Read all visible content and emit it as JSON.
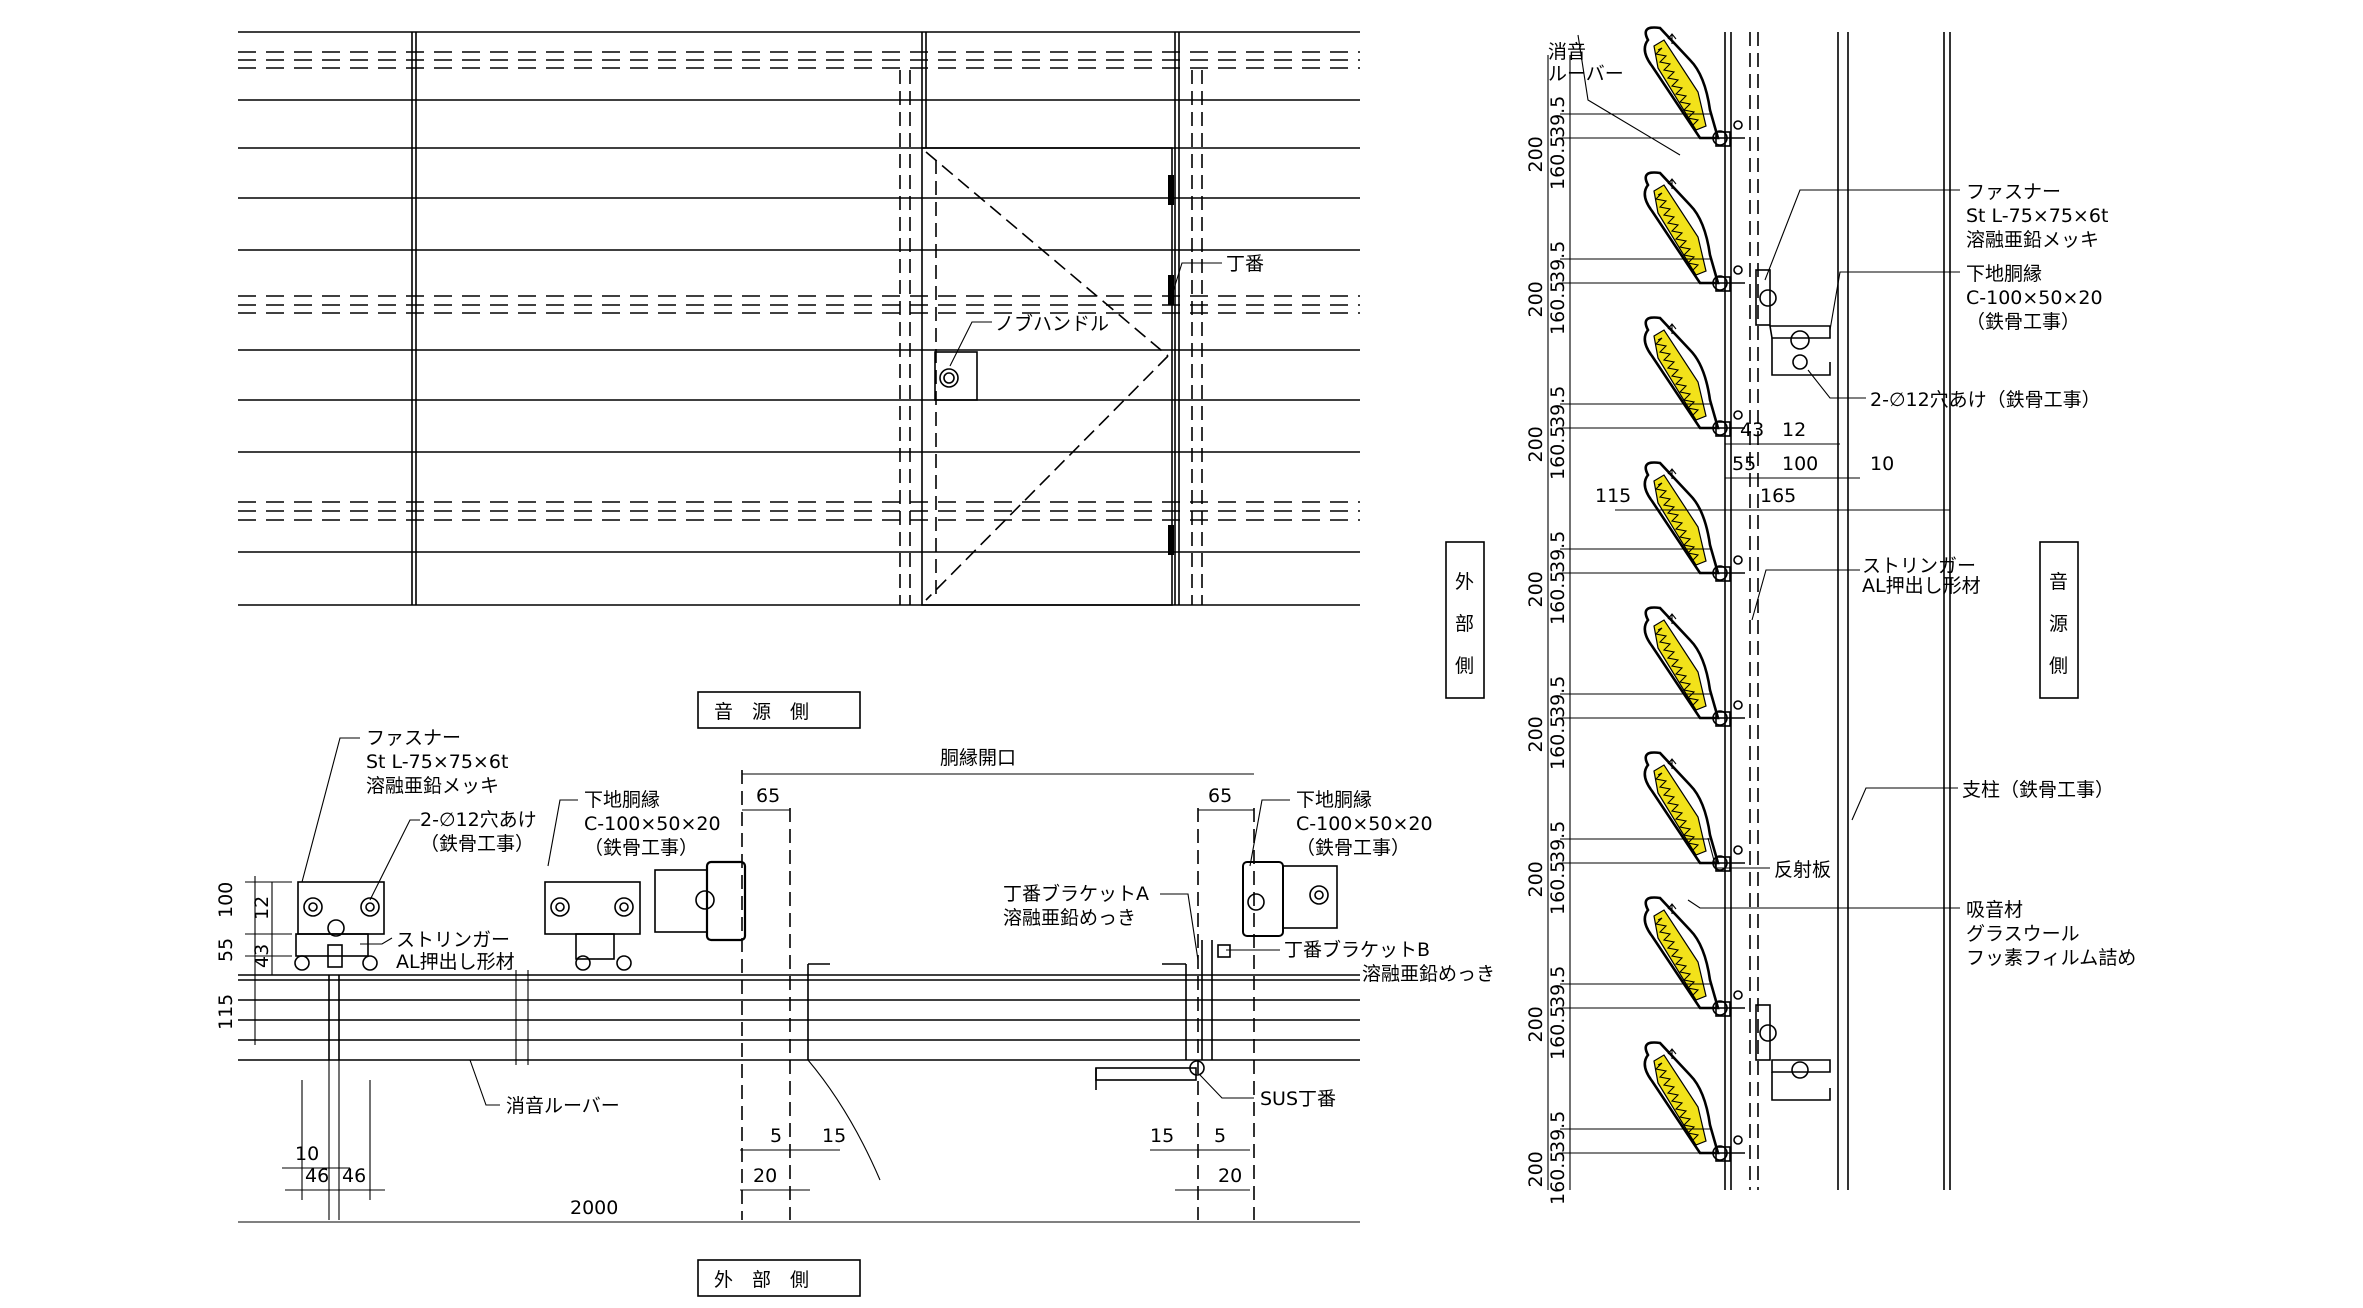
{
  "labels": {
    "hinge": "丁番",
    "knob": "ノブハンドル",
    "side_source": "音　源　側",
    "side_outer": "外　部　側",
    "side_source_v": [
      "音",
      "源",
      "側"
    ],
    "side_outer_v": [
      "外",
      "部",
      "側"
    ],
    "fastener": [
      "ファスナー",
      "St L-75×75×6t",
      "溶融亜鉛メッキ"
    ],
    "fastener_r": [
      "ファスナー",
      "St L-75×75×6t",
      "溶融亜鉛メッキ"
    ],
    "hole": [
      "2-∅12穴あけ",
      "（鉄骨工事）"
    ],
    "hole_r": "2-∅12穴あけ（鉄骨工事）",
    "purlin_l": [
      "下地胴縁",
      "C-100×50×20",
      "（鉄骨工事）"
    ],
    "purlin_r": [
      "下地胴縁",
      "C-100×50×20",
      "（鉄骨工事）"
    ],
    "purlin_v": [
      "下地胴縁",
      "C-100×50×20",
      "（鉄骨工事）"
    ],
    "stringer": [
      "ストリンガー",
      "AL押出し形材"
    ],
    "stringer_v": [
      "ストリンガー",
      "AL押出し形材"
    ],
    "opening": "胴縁開口",
    "louver": "消音ルーバー",
    "louver_v": [
      "消音",
      "ルーバー"
    ],
    "bracket_a": [
      "丁番ブラケットA",
      "溶融亜鉛めっき"
    ],
    "bracket_b": [
      "丁番ブラケットB",
      "溶融亜鉛めっき"
    ],
    "sus_hinge": "SUS丁番",
    "column": "支柱（鉄骨工事）",
    "reflector": "反射板",
    "absorber": [
      "吸音材",
      "グラスウール",
      "フッ素フィルム詰め"
    ]
  },
  "dims": {
    "d100": "100",
    "d12": "12",
    "d55": "55",
    "d43": "43",
    "d115": "115",
    "d10": "10",
    "d46a": "46",
    "d46b": "46",
    "d65a": "65",
    "d65b": "65",
    "d5a": "5",
    "d15a": "15",
    "d20a": "20",
    "d15b": "15",
    "d5b": "5",
    "d20b": "20",
    "d2000": "2000",
    "v200": "200",
    "v160": "160.5",
    "v39": "39.5",
    "r43": "43",
    "r12": "12",
    "r55": "55",
    "r100": "100",
    "r10": "10",
    "r115": "115",
    "r165": "165"
  }
}
